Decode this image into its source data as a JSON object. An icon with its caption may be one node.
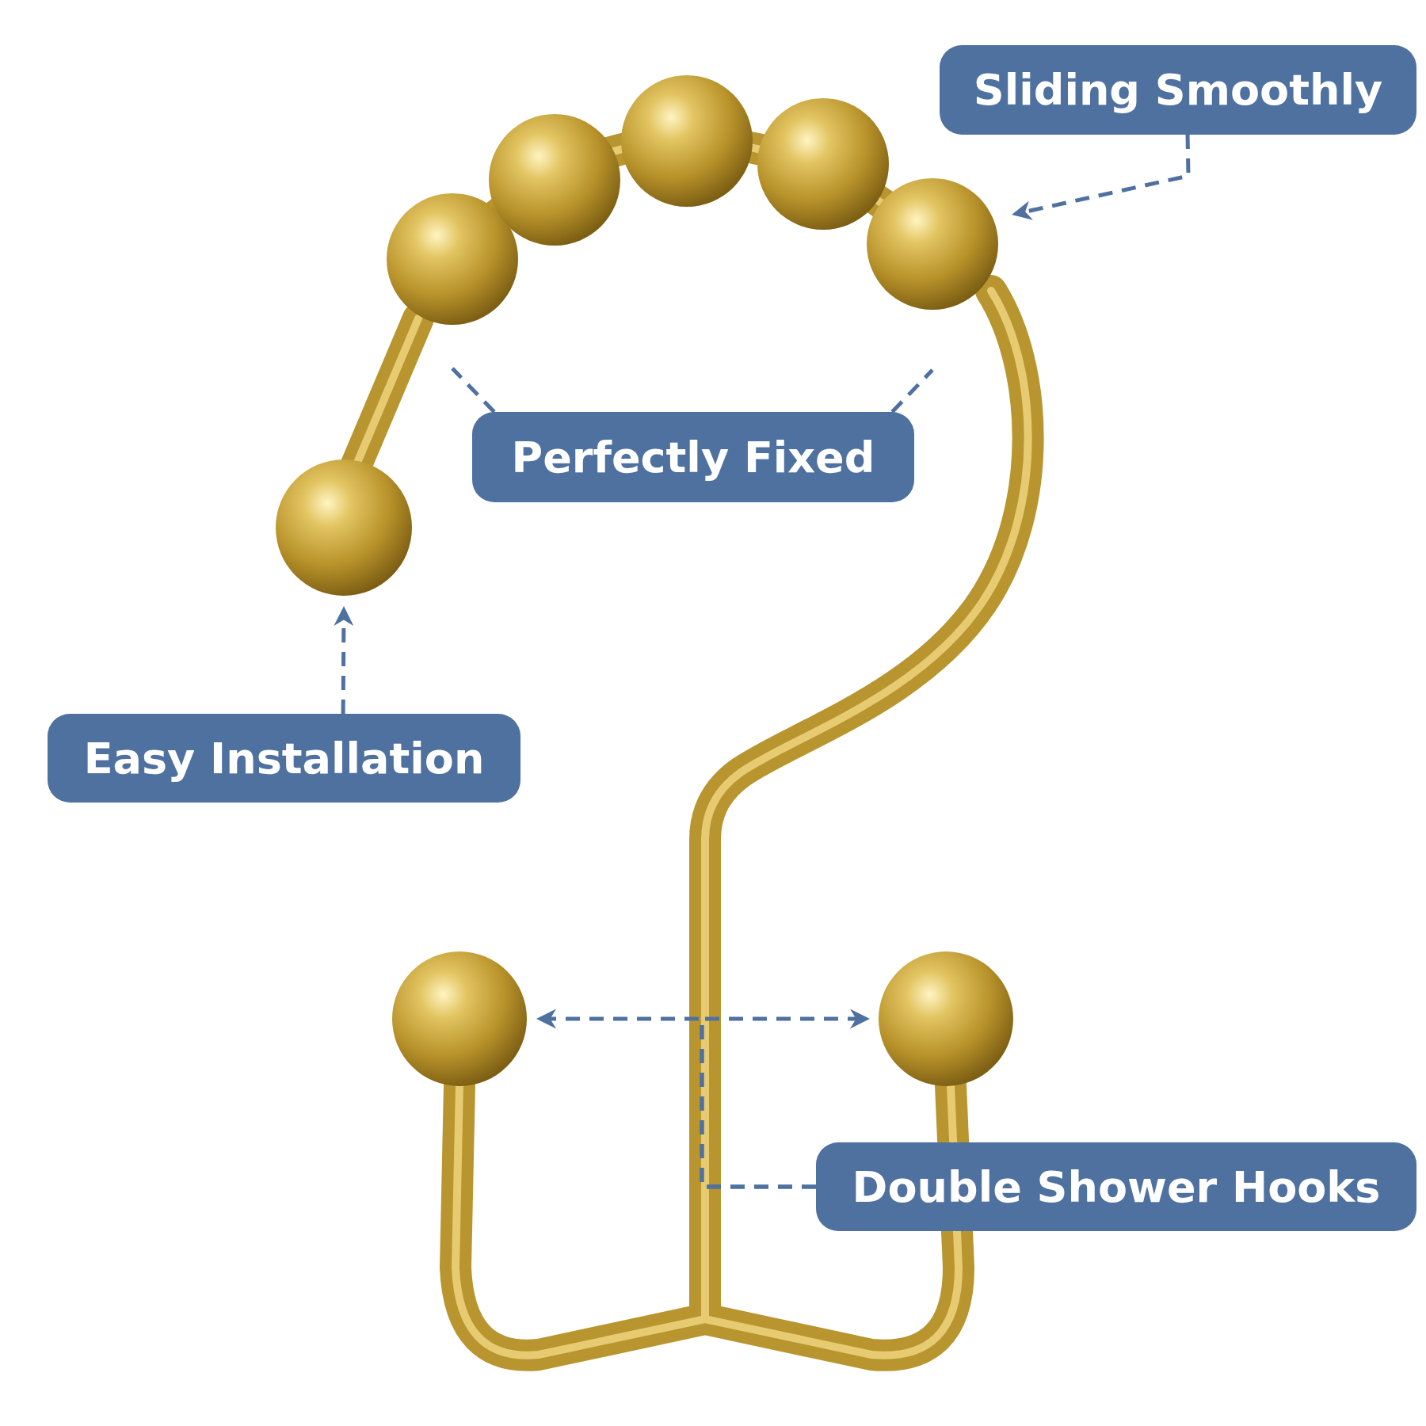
{
  "diagram": {
    "nodes": [
      {
        "text": [
          "Sliding Smoothly"
        ]
      },
      {
        "text": [
          "Perfectly Fixed"
        ]
      },
      {
        "text": [
          "Easy Installation"
        ]
      },
      {
        "text": [
          "Double Shower Hooks"
        ]
      }
    ],
    "edges": [
      {
        "from": 0,
        "to": null,
        "arrow": "to",
        "style": "dashed"
      },
      {
        "from": 1,
        "to": null,
        "arrow": "none",
        "style": "dashed"
      },
      {
        "from": 1,
        "to": null,
        "arrow": "none",
        "style": "dashed"
      },
      {
        "from": 2,
        "to": null,
        "arrow": "to",
        "style": "dashed"
      },
      {
        "from": 3,
        "to": null,
        "arrow": "to",
        "style": "dashed"
      },
      {
        "from": 3,
        "to": null,
        "arrow": "to",
        "style": "dashed"
      }
    ]
  }
}
